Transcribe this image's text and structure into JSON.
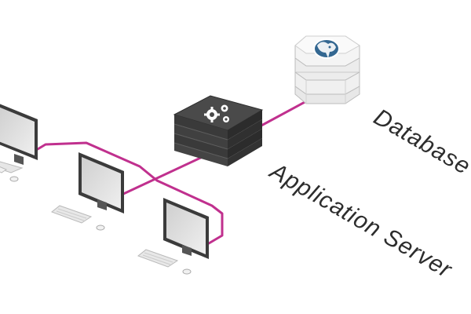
{
  "labels": {
    "database": "Database",
    "application_server": "Application Server"
  },
  "colors": {
    "link": "#c0308e",
    "server_dark": "#3a3a3a",
    "server_mid": "#555555",
    "db_light": "#f2f2f2",
    "db_logo": "#336791",
    "monitor_screen": "#d8d8d8",
    "text": "#2d2d2d"
  },
  "icons": {
    "server_badge": "gears-icon",
    "database_badge": "postgresql-elephant-icon"
  },
  "nodes": {
    "database": "database-stack",
    "application_server": "application-server-stack",
    "clients": [
      "client-workstation-1",
      "client-workstation-2",
      "client-workstation-3"
    ]
  }
}
